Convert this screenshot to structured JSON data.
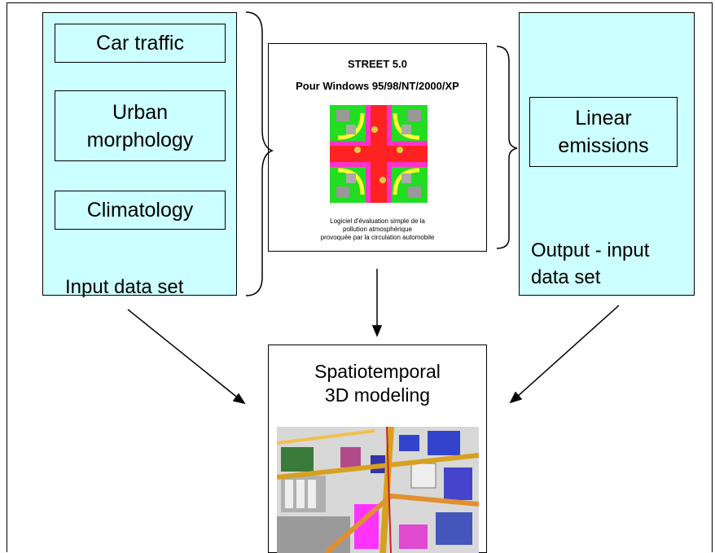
{
  "inputs": {
    "items": [
      "Car traffic",
      "Urban\nmorphology",
      "Climatology"
    ],
    "caption": "Input data set"
  },
  "model": {
    "title": "STREET 5.0",
    "subtitle": "Pour Windows 95/98/NT/2000/XP",
    "description": "Logiciel d'évaluation simple de la\npollution atmosphérique\nprovoquée par la circulation automobile",
    "colors": {
      "background": "#22dd22",
      "road": "#ff2222",
      "ring": "#ffff33",
      "halo": "#ff33cc",
      "building": "#999999"
    }
  },
  "outputs": {
    "item": "Linear\nemissions",
    "caption": "Output - input\ndata set"
  },
  "result": {
    "title": "Spatiotemporal\n3D modeling"
  },
  "colors": {
    "panel_fill": "#ccffff",
    "line": "#000000"
  }
}
